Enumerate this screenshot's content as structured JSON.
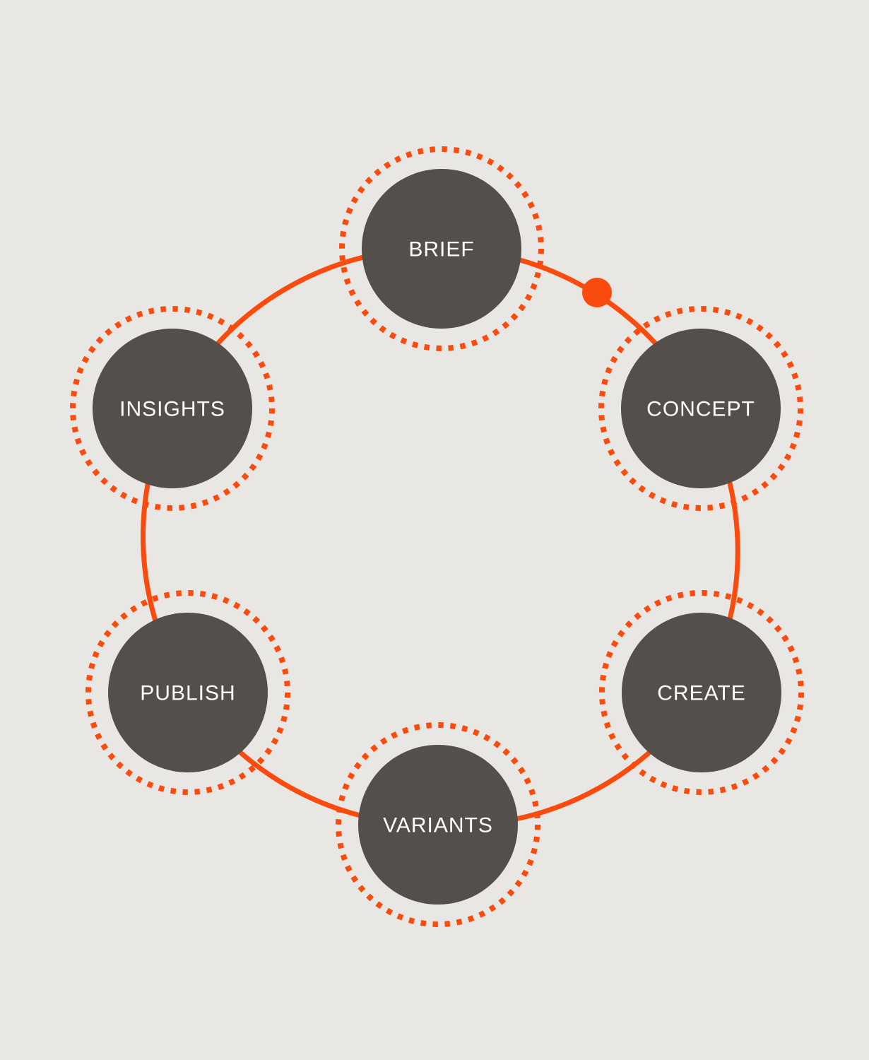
{
  "diagram": {
    "kind": "cycle",
    "nodes": [
      {
        "label": "BRIEF"
      },
      {
        "label": "CONCEPT"
      },
      {
        "label": "CREATE"
      },
      {
        "label": "VARIANTS"
      },
      {
        "label": "PUBLISH"
      },
      {
        "label": "INSIGHTS"
      }
    ],
    "progress_marker": {
      "between": [
        "BRIEF",
        "CONCEPT"
      ]
    },
    "colors": {
      "background": "#e9e7e4",
      "accent_orange": "#fa4b0e",
      "node_fill": "#544f4b",
      "label_text": "#ffffff"
    }
  }
}
